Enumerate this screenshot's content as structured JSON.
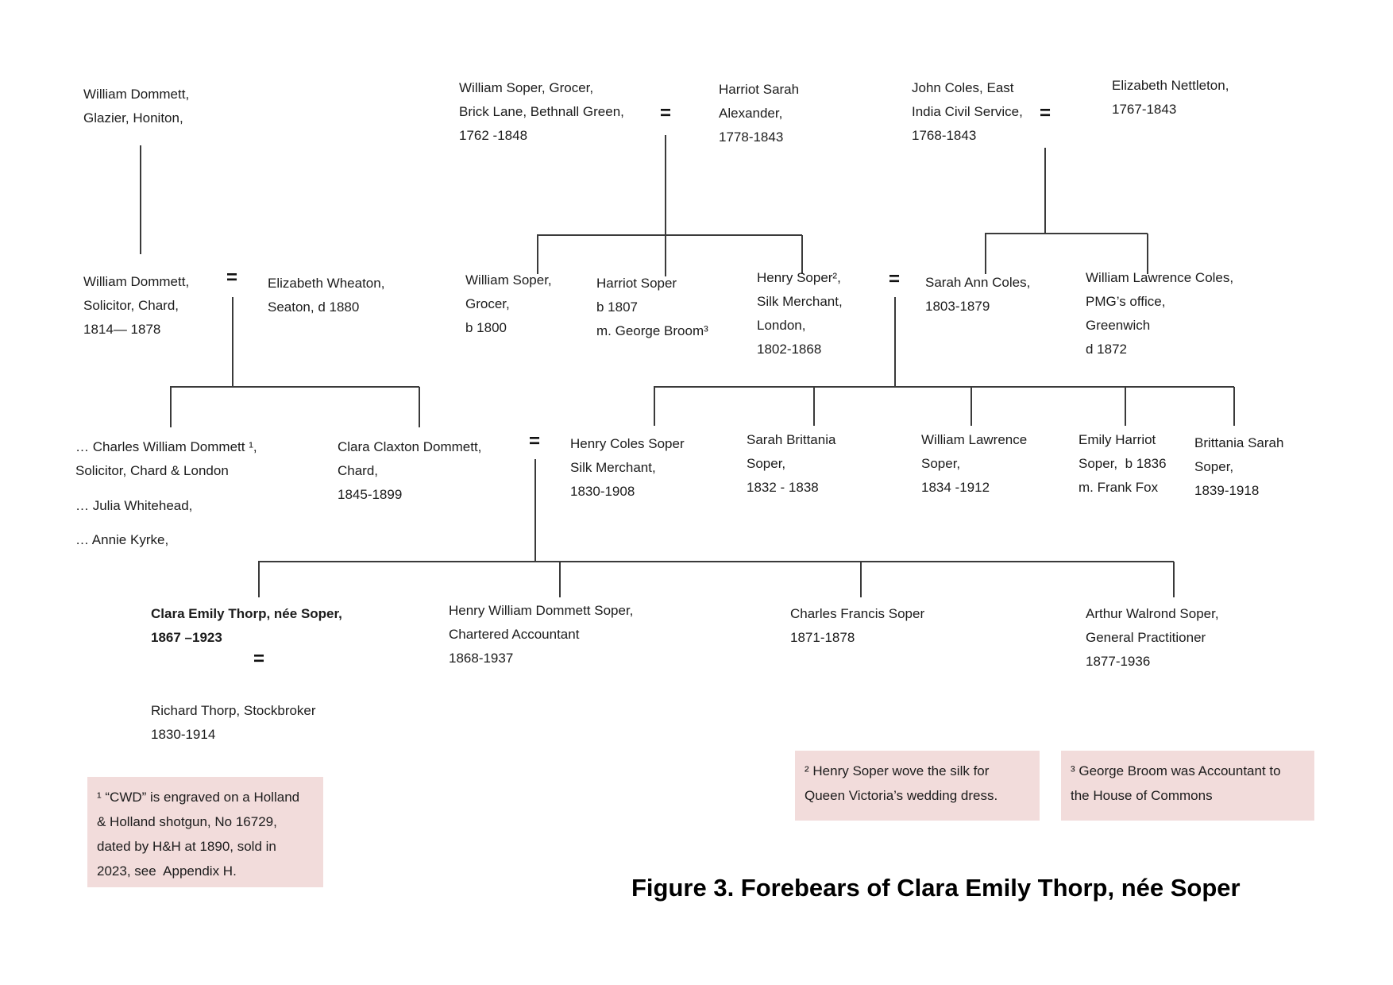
{
  "title": {
    "caption": "Figure 3. Forebears of Clara Emily Thorp, née Soper"
  },
  "symbols": {
    "marriage": "="
  },
  "people": {
    "william_dommett_glazier": "William Dommett,\nGlazier, Honiton,",
    "william_soper_grocer_sr": "William Soper, Grocer,\nBrick Lane, Bethnall Green,\n1762 -1848",
    "harriot_sarah_alexander": "Harriot Sarah\nAlexander,\n1778-1843",
    "john_coles": "John Coles, East\nIndia Civil Service,\n1768-1843",
    "elizabeth_nettleton": "Elizabeth Nettleton,\n1767-1843",
    "william_dommett_solicitor": "William Dommett,\nSolicitor, Chard,\n1814— 1878",
    "elizabeth_wheaton": "Elizabeth Wheaton,\nSeaton, d 1880",
    "william_soper_grocer_jr": "William Soper,\nGrocer,\nb 1800",
    "harriot_soper": "Harriot Soper\nb 1807\nm. George Broom³",
    "henry_soper": "Henry Soper²,\nSilk Merchant,\nLondon,\n1802-1868",
    "sarah_ann_coles": "Sarah Ann Coles,\n1803-1879",
    "william_lawrence_coles": "William Lawrence Coles,\nPMG’s office,\nGreenwich\nd 1872",
    "charles_william_dommett": "… Charles William Dommett ¹,\nSolicitor, Chard & London",
    "julia_whitehead": "… Julia Whitehead,",
    "annie_kyrke": "… Annie Kyrke,",
    "clara_claxton_dommett": "Clara Claxton Dommett,\nChard,\n1845-1899",
    "henry_coles_soper": "Henry Coles Soper\nSilk Merchant,\n1830-1908",
    "sarah_brittania_soper": "Sarah Brittania\nSoper,\n1832 - 1838",
    "william_lawrence_soper": "William Lawrence\nSoper,\n1834 -1912",
    "emily_harriot_soper": "Emily Harriot\nSoper,  b 1836\nm. Frank Fox",
    "brittania_sarah_soper": "Brittania Sarah\nSoper,\n1839-1918",
    "clara_emily_thorp": "Clara Emily Thorp, née Soper,\n1867 –1923",
    "henry_william_dommett_soper": "Henry William Dommett Soper,\nChartered Accountant\n1868-1937",
    "charles_francis_soper": "Charles Francis Soper\n1871-1878",
    "arthur_walrond_soper": "Arthur Walrond Soper,\nGeneral Practitioner\n1877-1936",
    "richard_thorp": "Richard Thorp, Stockbroker\n1830-1914"
  },
  "footnotes": {
    "note1": "¹ “CWD” is engraved on a Holland\n& Holland shotgun, No 16729,\ndated by H&H at 1890, sold in\n2023, see  Appendix H.",
    "note2": "² Henry Soper wove the silk for\nQueen Victoria’s wedding dress.",
    "note3": "³ George Broom was Accountant to\nthe House of Commons"
  },
  "colors": {
    "note_background": "#f2dcdb",
    "text": "#1c1c1c",
    "line": "#3a3a3a"
  }
}
